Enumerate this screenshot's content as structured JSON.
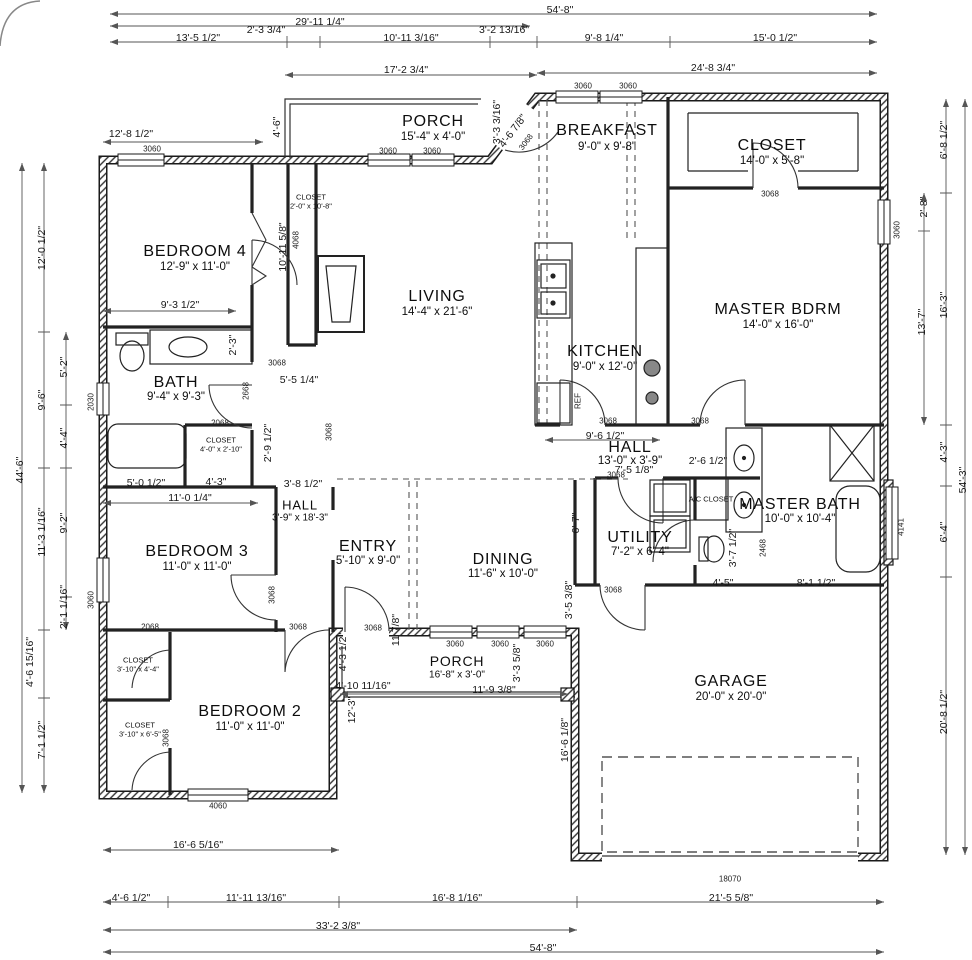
{
  "drawing_type": "residential floor plan",
  "rooms": [
    {
      "name": "PORCH",
      "dims": "15'-4\" x 4'-0\""
    },
    {
      "name": "BREAKFAST",
      "dims": "9'-0\" x 9'-8\""
    },
    {
      "name": "CLOSET",
      "dims": "14'-0\" x 5'-8\""
    },
    {
      "name": "BEDROOM 4",
      "dims": "12'-9\" x 11'-0\""
    },
    {
      "name": "CLOSET",
      "dims": "2'-0\" x 10'-8\""
    },
    {
      "name": "LIVING",
      "dims": "14'-4\" x 21'-6\""
    },
    {
      "name": "KITCHEN",
      "dims": "9'-0\" x 12'-0\""
    },
    {
      "name": "MASTER BDRM",
      "dims": "14'-0\" x 16'-0\""
    },
    {
      "name": "BATH",
      "dims": "9'-4\" x 9'-3\""
    },
    {
      "name": "CLOSET",
      "dims": "4'-0\" x 2'-10\""
    },
    {
      "name": "HALL",
      "dims": "13'-0\" x 3'-9\""
    },
    {
      "name": "MASTER BATH",
      "dims": "10'-0\" x 10'-4\""
    },
    {
      "name": "UTILITY",
      "dims": "7'-2\" x 6'-4\""
    },
    {
      "name": "A/C CLOSET",
      "dims": ""
    },
    {
      "name": "BEDROOM 3",
      "dims": "11'-0\" x 11'-0\""
    },
    {
      "name": "HALL",
      "dims": "3'-9\" x 18'-3\""
    },
    {
      "name": "ENTRY",
      "dims": "5'-10\" x 9'-0\""
    },
    {
      "name": "DINING",
      "dims": "11'-6\" x 10'-0\""
    },
    {
      "name": "PORCH",
      "dims": "16'-8\" x 3'-0\""
    },
    {
      "name": "BEDROOM 2",
      "dims": "11'-0\" x 11'-0\""
    },
    {
      "name": "CLOSET",
      "dims": "3'-10\" x 4'-4\""
    },
    {
      "name": "CLOSET",
      "dims": "3'-10\" x 6'-5\""
    },
    {
      "name": "GARAGE",
      "dims": "20'-0\" x 20'-0\""
    }
  ],
  "dims": [
    "54'-8\"",
    "29'-11 1/4\"",
    "13'-5 1/2\"",
    "2'-3 3/4\"",
    "10'-11 3/16\"",
    "3'-2 13/16\"",
    "9'-8 1/4\"",
    "15'-0 1/2\"",
    "17'-2 3/4\"",
    "24'-8 3/4\"",
    "12'-8 1/2\"",
    "4'-6\"",
    "3'-3 3/16\"",
    "4'-6 7/8\"",
    "6'-8 1/2\"",
    "2'-8\"",
    "13'-7\"",
    "16'-3\"",
    "4'-3\"",
    "6'-4\"",
    "20'-8 1/2\"",
    "54'-3\"",
    "12'-0 1/2\"",
    "5'-2\"",
    "9'-6\"",
    "4'-4\"",
    "44'-6\"",
    "9'-2\"",
    "11'-3 1/16\"",
    "2'-1 1/16\"",
    "4'-6 15/16\"",
    "7'-1 1/2\"",
    "16'-6 5/16\"",
    "4'-6 1/2\"",
    "11'-11 13/16\"",
    "16'-8 1/16\"",
    "21'-5 5/8\"",
    "33'-2 3/8\"",
    "54'-8\"",
    "9'-3 1/2\"",
    "2'-3\"",
    "5'-5 1/4\"",
    "2'-9 1/2\"",
    "10'-11 5/8\"",
    "5'-0 1/2\"",
    "4'-3\"",
    "11'-0 1/4\"",
    "3'-8 1/2\"",
    "9'-6 1/2\"",
    "7'-5 1/8\"",
    "2'-6 1/2\"",
    "6'-7\"",
    "3'-5 3/8\"",
    "3'-7 1/2\"",
    "4'-5\"",
    "8'-1 1/2\"",
    "3'-3 5/8\"",
    "11'-9 3/8\"",
    "11 7/8\"",
    "4'-3 1/2\"",
    "4'-10 11/16\"",
    "12'-3\"",
    "16'-6 1/8\""
  ],
  "codes": [
    "3060",
    "3060",
    "3060",
    "3060",
    "3060",
    "3068",
    "3060",
    "4141",
    "2030",
    "3060",
    "4060",
    "18070",
    "3068",
    "4068",
    "3068",
    "2668",
    "2068",
    "3068",
    "2068",
    "3068",
    "3068",
    "3068",
    "3068",
    "3068",
    "3068",
    "3068",
    "2468",
    "REF",
    "3060",
    "3060",
    "3060",
    "3068"
  ]
}
